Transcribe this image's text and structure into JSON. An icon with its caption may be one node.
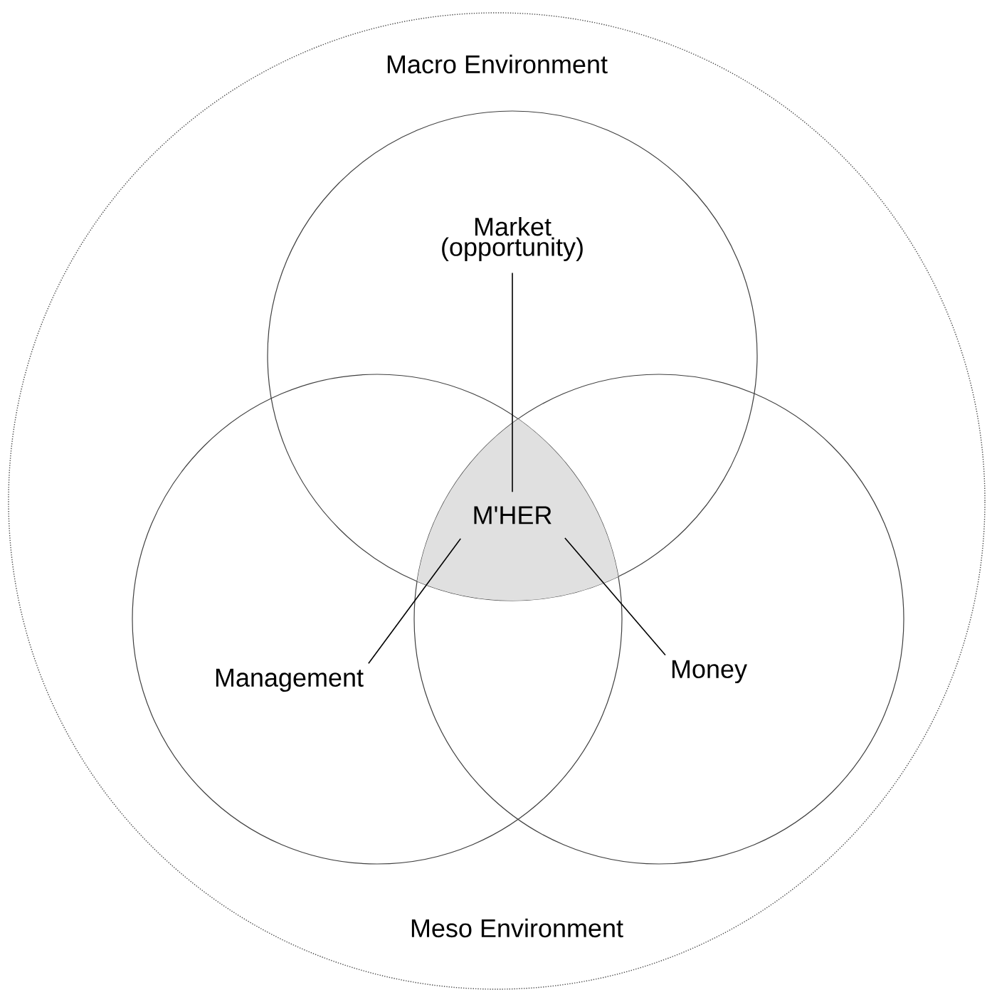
{
  "diagram": {
    "nodes": [
      {
        "text": [
          "Macro Environment",
          "Meso Environment"
        ]
      },
      {
        "text": [
          "Market (opportunity)"
        ],
        "in": 0
      },
      {
        "text": [
          "Management"
        ],
        "in": 0
      },
      {
        "text": [
          "Money"
        ],
        "in": 0
      },
      {
        "text": [
          "M'HER"
        ]
      }
    ],
    "edges": [
      {
        "from": 4,
        "to": 1,
        "arrow": "none"
      },
      {
        "from": 4,
        "to": 2,
        "arrow": "none"
      },
      {
        "from": 4,
        "to": 3,
        "arrow": "none"
      }
    ]
  }
}
